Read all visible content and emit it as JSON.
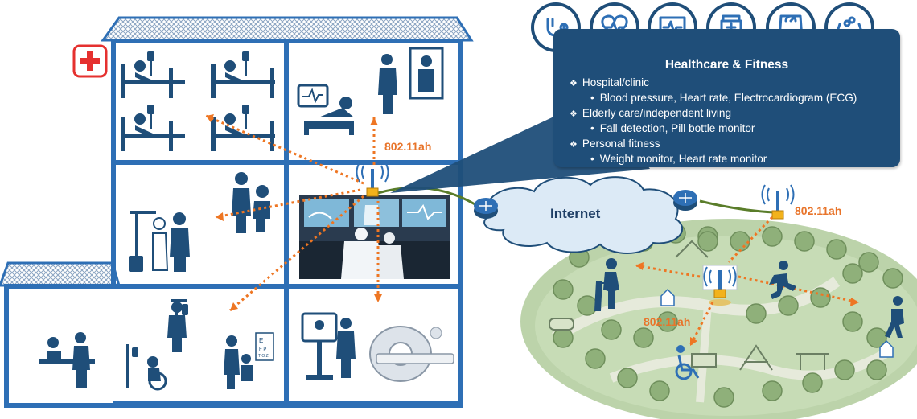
{
  "panel": {
    "title": "Healthcare & Fitness",
    "items": [
      {
        "text": "Hospital/clinic",
        "level": 1
      },
      {
        "text": "Blood pressure, Heart rate, Electrocardiogram (ECG)",
        "level": 2
      },
      {
        "text": "Elderly care/independent living",
        "level": 1
      },
      {
        "text": "Fall detection, Pill bottle monitor",
        "level": 2
      },
      {
        "text": "Personal fitness",
        "level": 1
      },
      {
        "text": "Weight monitor, Heart rate monitor",
        "level": 2
      }
    ]
  },
  "labels": {
    "hospital_protocol": "802.11ah",
    "internet": "Internet",
    "outdoor_protocol_right": "802.11ah",
    "outdoor_protocol_center": "802.11ah"
  },
  "icons": [
    "stethoscope-icon",
    "heart-rate-icon",
    "ecg-monitor-icon",
    "pill-bottle-icon",
    "weight-scale-icon",
    "care-hands-icon"
  ],
  "colors": {
    "navy": "#1f4e79",
    "building": "#2e6fb5",
    "link_dots": "#ee7623",
    "label_orange": "#e8742a",
    "cloud": "#dceaf6",
    "park": "#b9d2a8",
    "cable": "#5a7d2a",
    "medical_cross": "#e5312f"
  }
}
